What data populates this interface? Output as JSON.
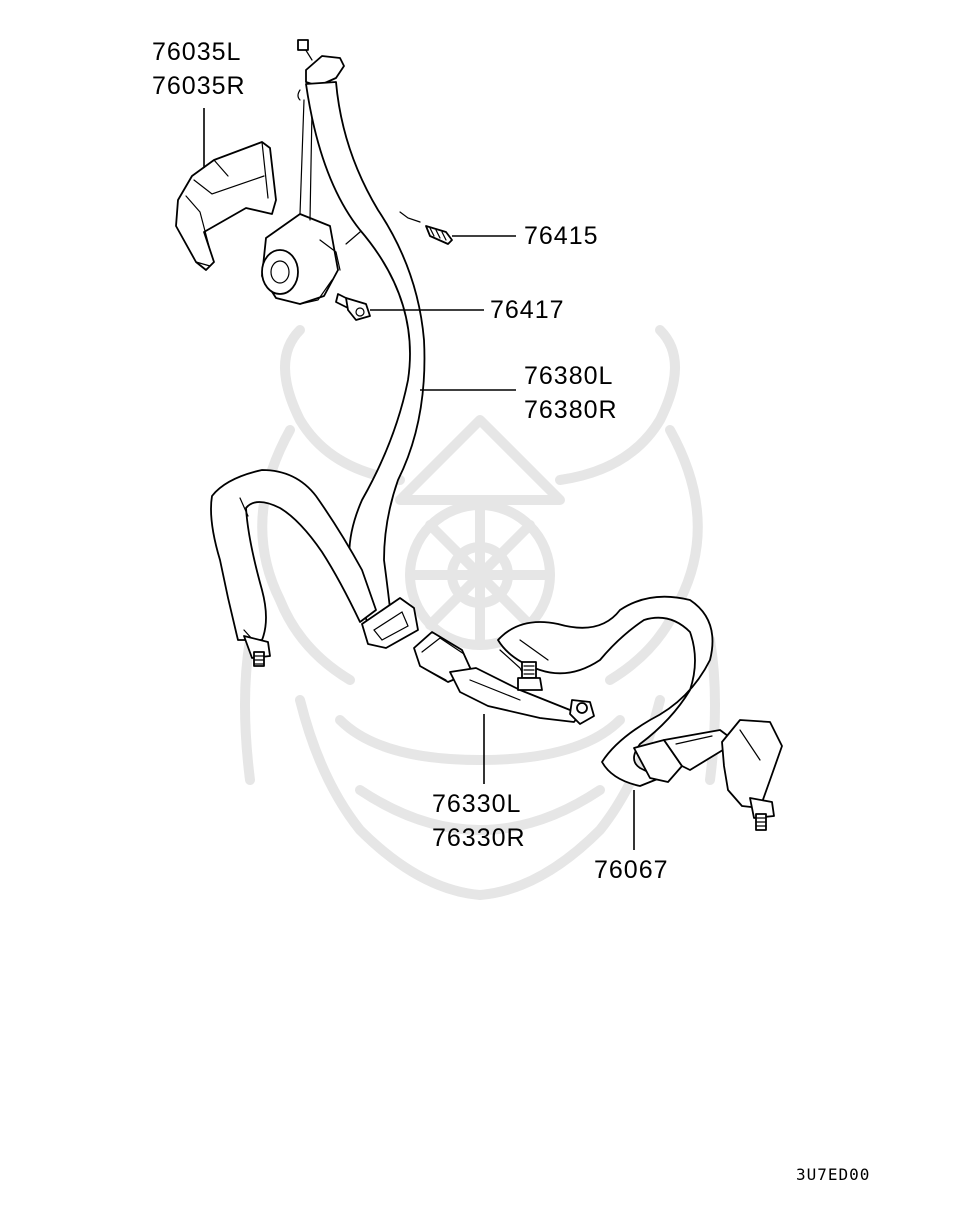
{
  "callouts": {
    "retractor_cover": [
      "76035L",
      "76035R"
    ],
    "screw": "76415",
    "bolt": "76417",
    "outer_belt": [
      "76380L",
      "76380R"
    ],
    "buckle": [
      "76330L",
      "76330R"
    ],
    "lap_belt": "76067"
  },
  "diagram_code": "3U7ED00"
}
